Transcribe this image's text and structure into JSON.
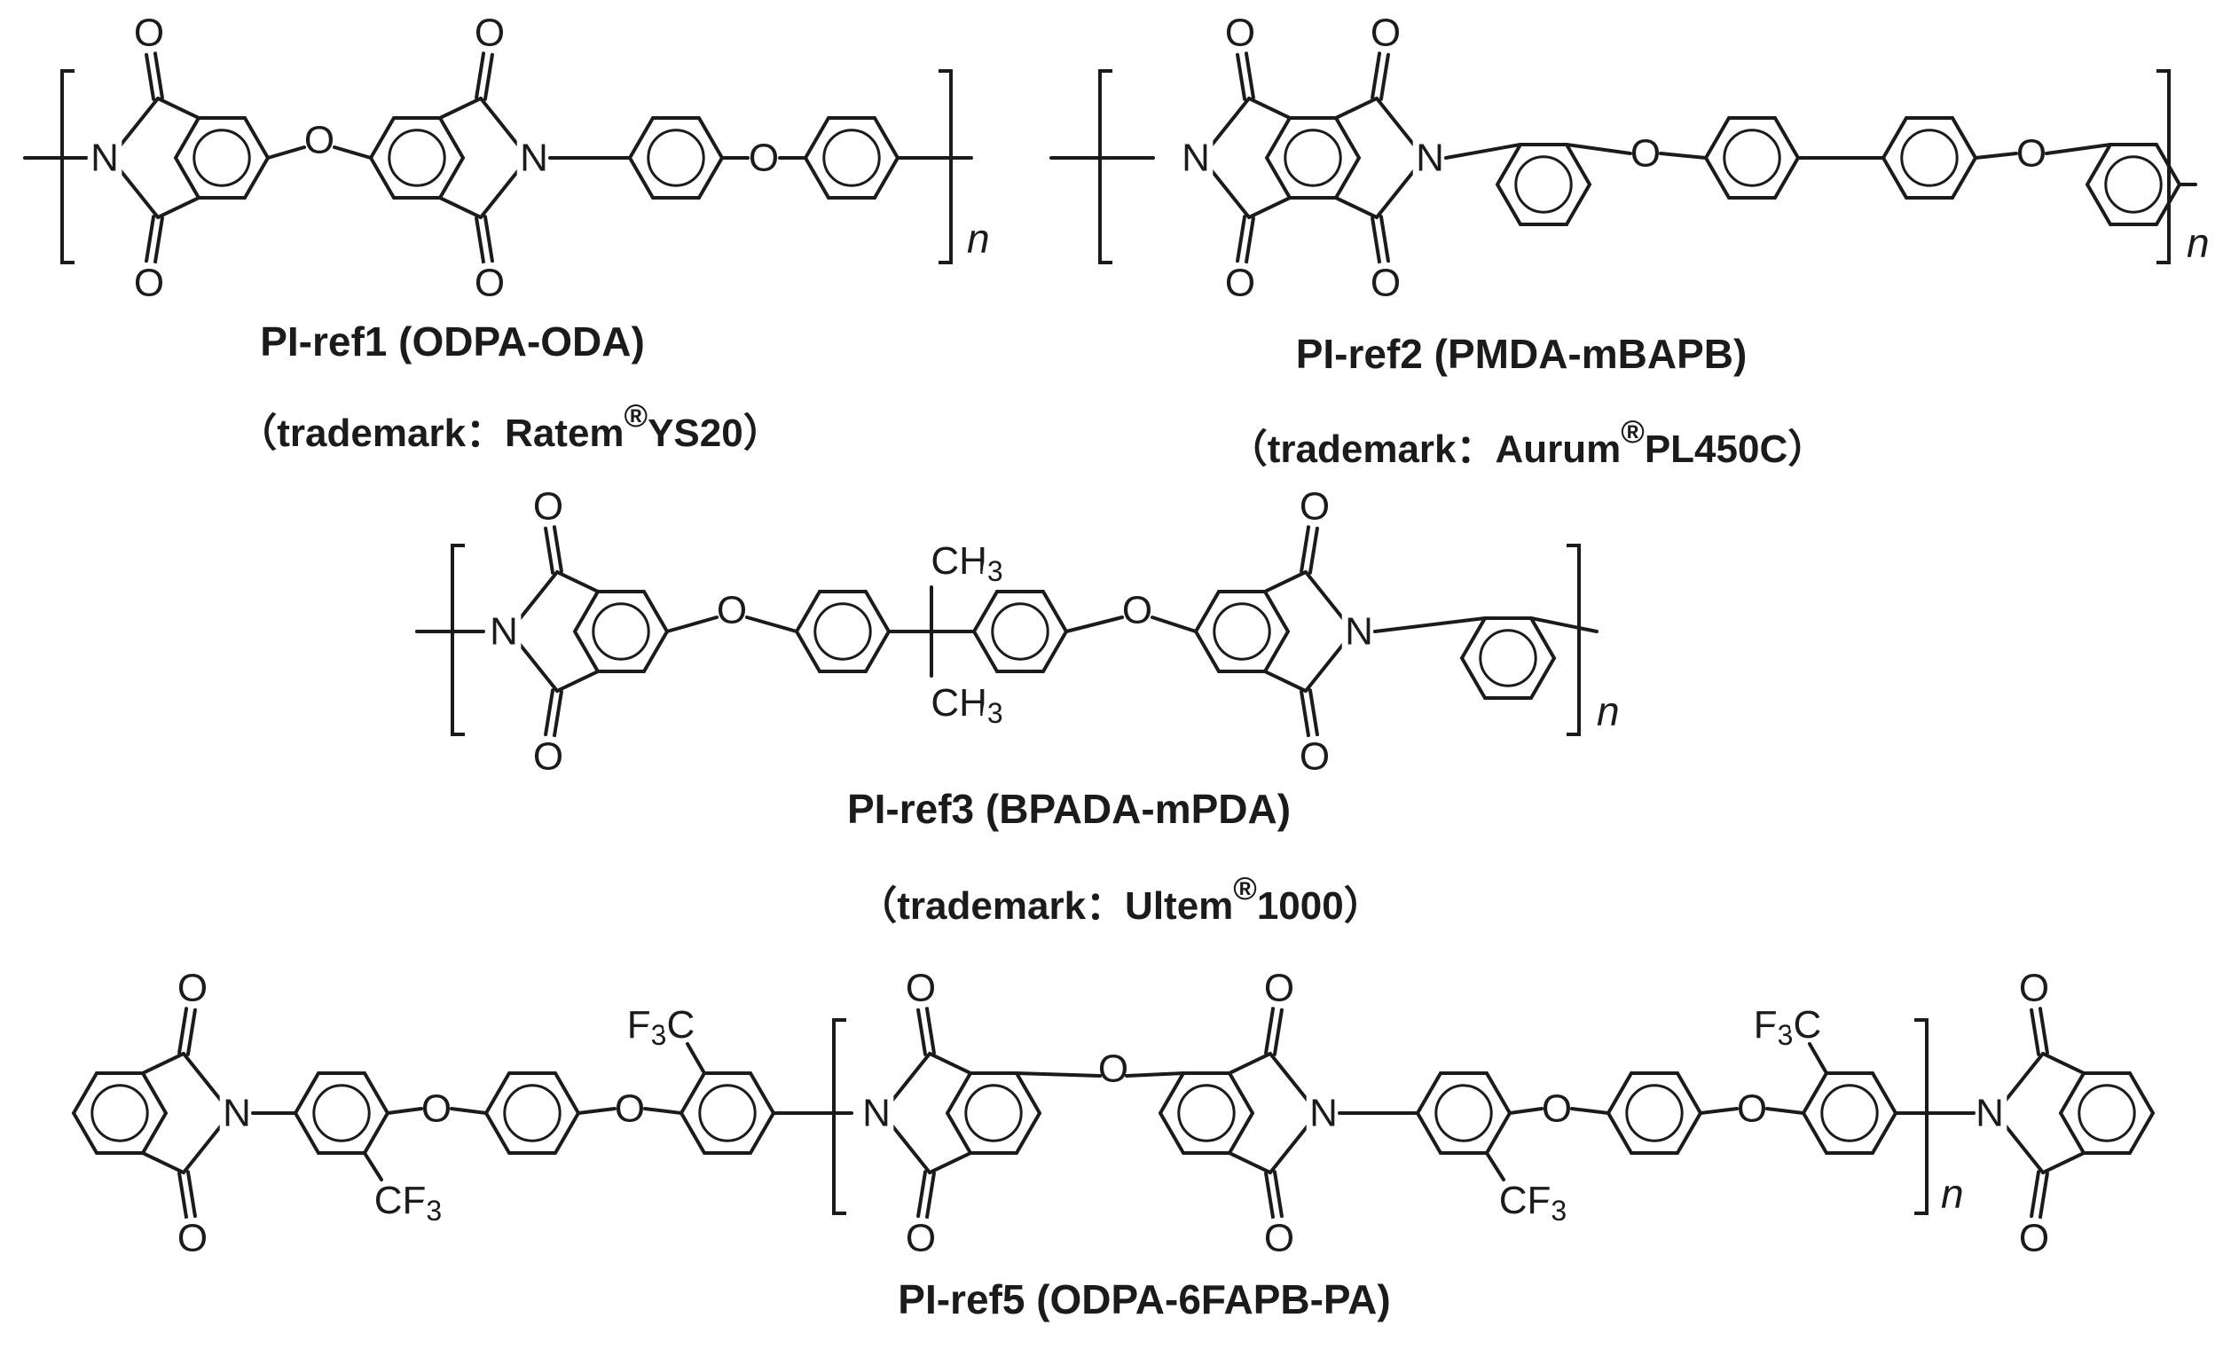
{
  "atoms": {
    "oxygen": "O",
    "nitrogen": "N",
    "methyl": "CH3",
    "trifluoromethyl": "CF3",
    "trifluoromethyl_left": "F3C",
    "repeat_subscript": "n"
  },
  "polymers": [
    {
      "id": "ref1",
      "label": "PI-ref1 (ODPA-ODA)",
      "trademark_prefix": "（trademark：",
      "trademark_name": "Ratem",
      "registered_mark": "®",
      "trademark_product": "YS20）"
    },
    {
      "id": "ref2",
      "label": "PI-ref2 (PMDA-mBAPB)",
      "trademark_prefix": "（trademark：",
      "trademark_name": "Aurum",
      "registered_mark": "®",
      "trademark_product": "PL450C）"
    },
    {
      "id": "ref3",
      "label": "PI-ref3 (BPADA-mPDA)",
      "trademark_prefix": "（trademark：",
      "trademark_name": "Ultem",
      "registered_mark": "®",
      "trademark_product": "1000）"
    },
    {
      "id": "ref5",
      "label": "PI-ref5 (ODPA-6FAPB-PA)"
    }
  ],
  "colors": {
    "ink": "#1b1b1b",
    "background": "#ffffff"
  }
}
